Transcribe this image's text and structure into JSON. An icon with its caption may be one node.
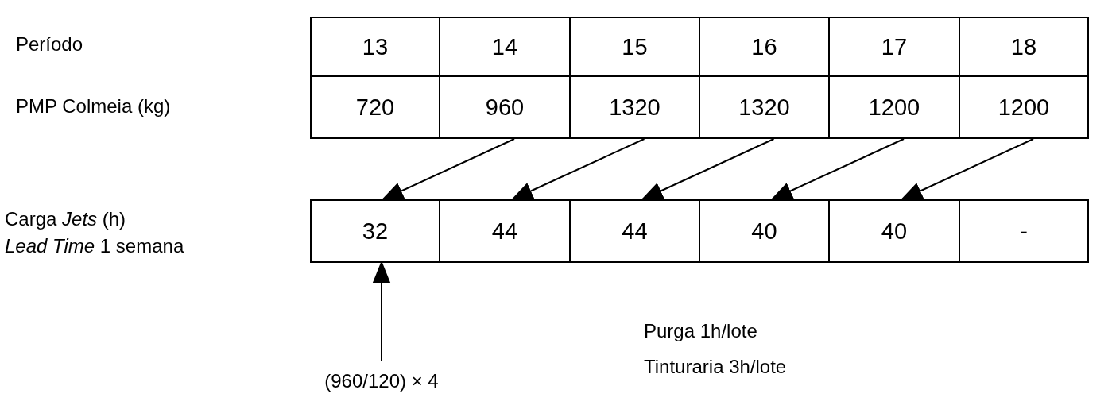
{
  "diagram": {
    "nodes": [
      {
        "text": [
          "13"
        ]
      },
      {
        "text": [
          "14"
        ]
      },
      {
        "text": [
          "15"
        ]
      },
      {
        "text": [
          "16"
        ]
      },
      {
        "text": [
          "17"
        ]
      },
      {
        "text": [
          "18"
        ]
      },
      {
        "text": [
          "720"
        ]
      },
      {
        "text": [
          "960"
        ]
      },
      {
        "text": [
          "1320"
        ]
      },
      {
        "text": [
          "1320"
        ]
      },
      {
        "text": [
          "1200"
        ]
      },
      {
        "text": [
          "1200"
        ]
      },
      {
        "text": [
          "32"
        ]
      },
      {
        "text": [
          "44"
        ]
      },
      {
        "text": [
          "44"
        ]
      },
      {
        "text": [
          "40"
        ]
      },
      {
        "text": [
          "40"
        ]
      },
      {
        "text": [
          "-"
        ]
      },
      {
        "text": [
          "(960/120) × 4"
        ]
      }
    ],
    "edges": [
      {
        "from": 7,
        "to": 12,
        "arrow": "to"
      },
      {
        "from": 8,
        "to": 13,
        "arrow": "to"
      },
      {
        "from": 9,
        "to": 14,
        "arrow": "to"
      },
      {
        "from": 10,
        "to": 15,
        "arrow": "to"
      },
      {
        "from": 11,
        "to": 16,
        "arrow": "to"
      },
      {
        "from": 18,
        "to": 12,
        "arrow": "to"
      }
    ],
    "labels": [
      "Período",
      "PMP Colmeia (kg)",
      "Carga *Jets* (h)",
      "*Lead Time* 1 semana",
      "Purga 1h/lote",
      "Tinturaria 3h/lote"
    ]
  }
}
